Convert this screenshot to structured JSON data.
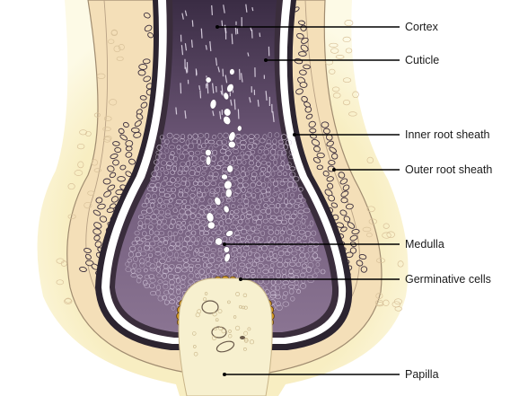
{
  "colors": {
    "outer_glow": "#fbf6cf",
    "root_sheath": "#f4dfb8",
    "sheath_outline": "#8a7a66",
    "cuticle_white": "#ffffff",
    "cuticle_dark": "#2c2430",
    "hair_shaft_top": "#3a2c44",
    "hair_shaft_bottom": "#86708e",
    "bulb": "#836c8c",
    "cell_outline": "#d8cce0",
    "germinative": "#d49a20",
    "papilla": "#f7f0cf"
  },
  "labels": [
    {
      "key": "cortex",
      "text": "Cortex"
    },
    {
      "key": "cuticle",
      "text": "Cuticle"
    },
    {
      "key": "inner-root-sheath",
      "text": "Inner root sheath"
    },
    {
      "key": "outer-root-sheath",
      "text": "Outer root sheath"
    },
    {
      "key": "medulla",
      "text": "Medulla"
    },
    {
      "key": "germinative-cells",
      "text": "Germinative cells"
    },
    {
      "key": "papilla",
      "text": "Papilla"
    }
  ]
}
